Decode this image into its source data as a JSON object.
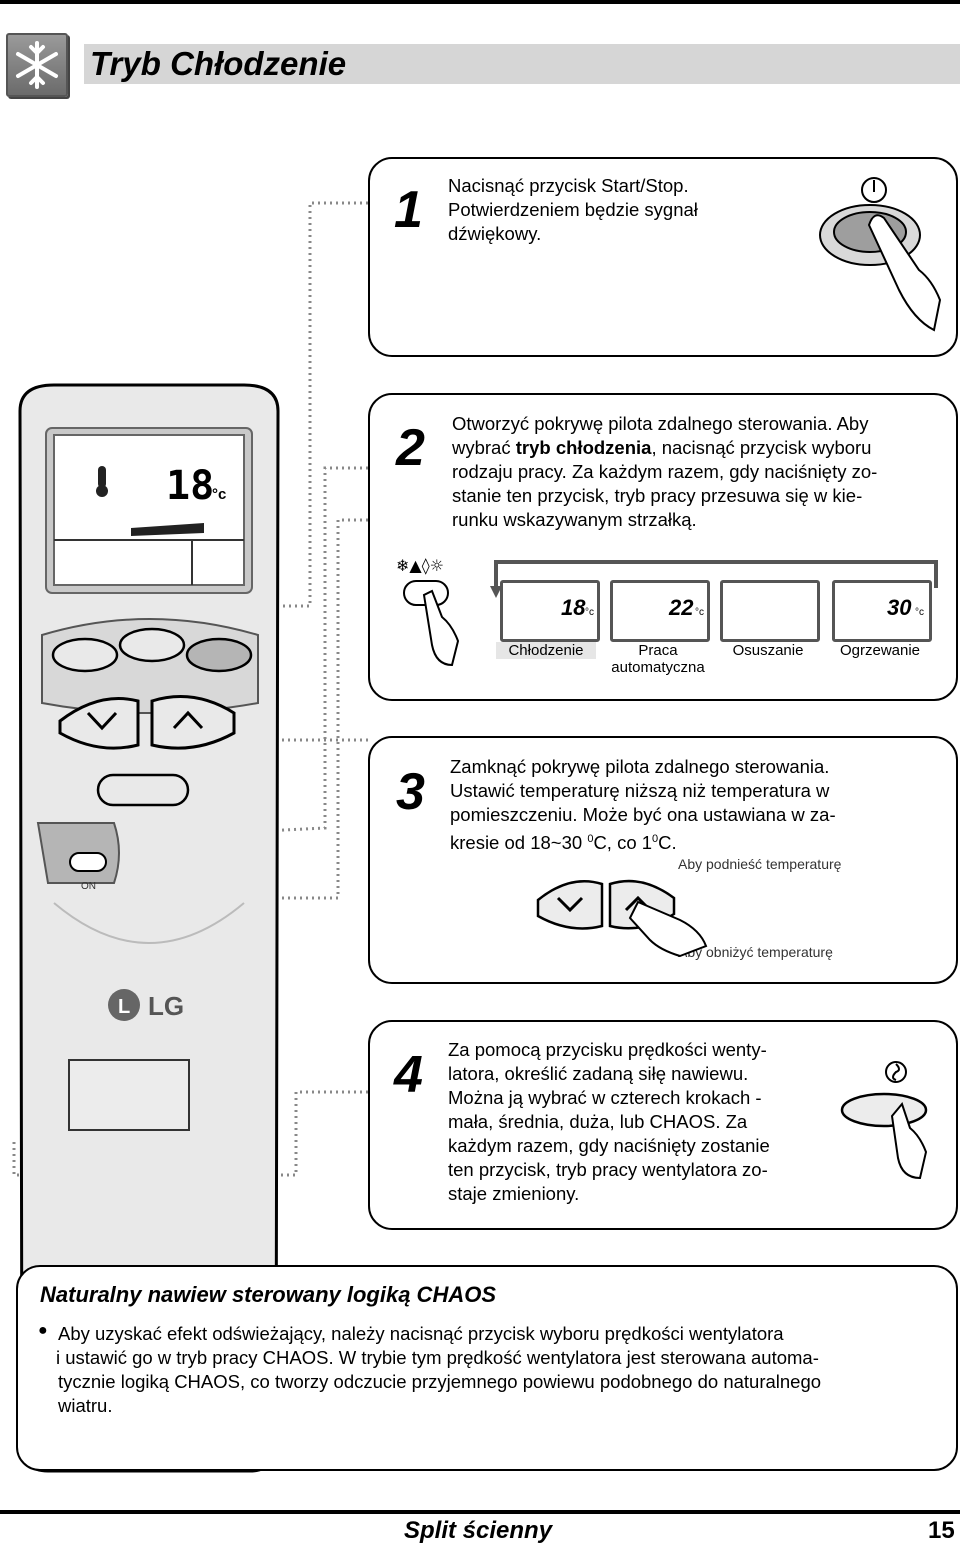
{
  "header": {
    "title": "Tryb Chłodzenie",
    "icon": "snowflake-icon"
  },
  "steps": [
    {
      "number": "1",
      "lines": [
        "Nacisnąć przycisk Start/Stop.",
        "Potwierdzeniem będzie sygnał",
        "dźwiękowy."
      ]
    },
    {
      "number": "2",
      "line1": "Otworzyć pokrywę pilota zdalnego sterowania. Aby",
      "line2_pre": "wybrać ",
      "line2_bold": "tryb chłodzenia",
      "line2_post": ", nacisnąć przycisk wyboru",
      "line3": "rodzaju pracy. Za każdym razem, gdy naciśnięty zo-",
      "line4": "stanie ten przycisk, tryb pracy przesuwa się w kie-",
      "line5": "runku wskazywanym strzałką.",
      "modes": [
        {
          "label": "Chłodzenie",
          "temp": "18",
          "unit": "°c"
        },
        {
          "label": "Praca",
          "label2": "automatyczna",
          "temp": "22",
          "unit": "°c"
        },
        {
          "label": "Osuszanie",
          "temp": "",
          "unit": ""
        },
        {
          "label": "Ogrzewanie",
          "temp": "30",
          "unit": "°c"
        }
      ]
    },
    {
      "number": "3",
      "line1": "Zamknąć pokrywę pilota zdalnego sterowania.",
      "line2": "Ustawić temperaturę niższą niż temperatura w",
      "line3": "pomieszczeniu. Może być ona ustawiana w za-",
      "line4_a": "kresie od 18~30 ",
      "line4_sup1": "0",
      "line4_b": "C, co 1",
      "line4_sup2": "0",
      "line4_c": "C.",
      "raise_label": "Aby podnieść temperaturę",
      "lower_label": "Aby obniżyć temperaturę"
    },
    {
      "number": "4",
      "lines": [
        "Za pomocą przycisku  prędkości wenty-",
        "latora, określić zadaną siłę nawiewu.",
        "Można ją wybrać w czterech krokach -",
        "mała, średnia, duża, lub CHAOS. Za",
        "każdym razem, gdy naciśnięty zostanie",
        "ten przycisk, tryb pracy wentylatora zo-",
        "staje zmieniony."
      ]
    }
  ],
  "remote": {
    "display_temp": "18",
    "display_unit": "°c",
    "brand": "LG",
    "on_label": "ON"
  },
  "note": {
    "title": "Naturalny nawiew sterowany logiką CHAOS",
    "lines": [
      "Aby uzyskać efekt odświeżający, należy nacisnąć przycisk wyboru prędkości wentylatora",
      "i ustawić go w tryb pracy CHAOS. W trybie tym prędkość wentylatora jest sterowana automa-",
      "tycznie logiką CHAOS, co tworzy odczucie przyjemnego powiewu podobnego do naturalnego",
      "wiatru."
    ]
  },
  "footer": {
    "title": "Split ścienny",
    "page": "15"
  }
}
